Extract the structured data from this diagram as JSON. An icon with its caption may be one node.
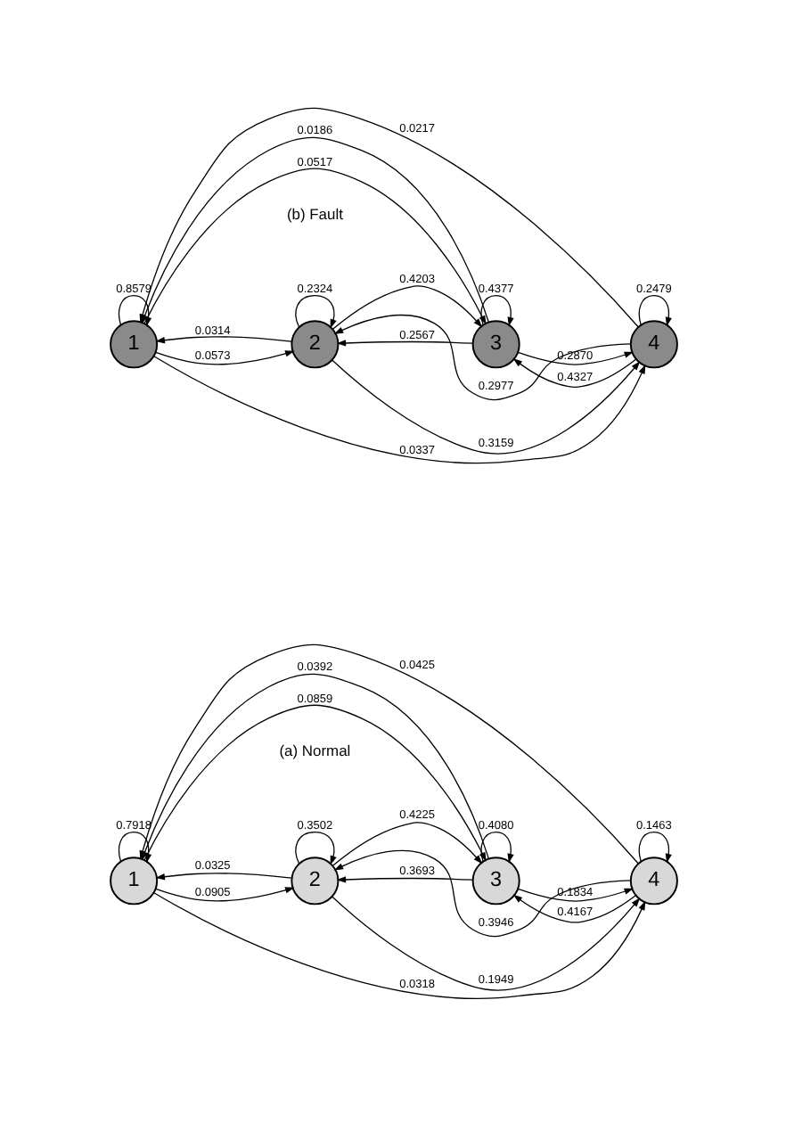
{
  "diagram": {
    "nodes": [
      {
        "text": [
          "1"
        ]
      },
      {
        "text": [
          "2"
        ]
      },
      {
        "text": [
          "3"
        ]
      },
      {
        "text": [
          "4"
        ]
      },
      {
        "text": [
          "1"
        ]
      },
      {
        "text": [
          "2"
        ]
      },
      {
        "text": [
          "3"
        ]
      },
      {
        "text": [
          "4"
        ]
      }
    ],
    "edges": [
      {
        "from": 0,
        "to": 3,
        "arrow": "to",
        "label": "0.0318"
      },
      {
        "from": 0,
        "to": 2,
        "arrow": "to",
        "label": "0.0859"
      },
      {
        "from": 1,
        "to": 3,
        "arrow": "to",
        "label": "0.1949"
      },
      {
        "from": 0,
        "to": 1,
        "arrow": "to",
        "label": "0.0905"
      },
      {
        "from": 1,
        "to": 2,
        "arrow": "to",
        "label": "0.4225"
      },
      {
        "from": 2,
        "to": 3,
        "arrow": "to",
        "label": "0.1834"
      },
      {
        "from": 1,
        "to": 0,
        "arrow": "to",
        "label": "0.0325"
      },
      {
        "from": 2,
        "to": 1,
        "arrow": "to",
        "label": "0.3693"
      },
      {
        "from": 3,
        "to": 2,
        "arrow": "to",
        "label": "0.4167"
      },
      {
        "from": 0,
        "to": 0,
        "arrow": "to",
        "label": "0.7918"
      },
      {
        "from": 1,
        "to": 1,
        "arrow": "to",
        "label": "0.3502"
      },
      {
        "from": 2,
        "to": 2,
        "arrow": "to",
        "label": "0.4080"
      },
      {
        "from": 3,
        "to": 3,
        "arrow": "to",
        "label": "0.1463"
      },
      {
        "from": 2,
        "to": 0,
        "arrow": "to",
        "label": "0.0392"
      },
      {
        "from": 3,
        "to": 1,
        "arrow": "to",
        "label": "0.3946"
      },
      {
        "from": 3,
        "to": 0,
        "arrow": "to",
        "label": "0.0425"
      },
      {
        "from": 4,
        "to": 7,
        "arrow": "to",
        "label": "0.0337"
      },
      {
        "from": 4,
        "to": 6,
        "arrow": "to",
        "label": "0.0517"
      },
      {
        "from": 5,
        "to": 7,
        "arrow": "to",
        "label": "0.3159"
      },
      {
        "from": 4,
        "to": 5,
        "arrow": "to",
        "label": "0.0573"
      },
      {
        "from": 5,
        "to": 6,
        "arrow": "to",
        "label": "0.4203"
      },
      {
        "from": 6,
        "to": 7,
        "arrow": "to",
        "label": "0.2870"
      },
      {
        "from": 5,
        "to": 4,
        "arrow": "to",
        "label": "0.0314"
      },
      {
        "from": 6,
        "to": 5,
        "arrow": "to",
        "label": "0.2567"
      },
      {
        "from": 7,
        "to": 6,
        "arrow": "to",
        "label": "0.4327"
      },
      {
        "from": 4,
        "to": 4,
        "arrow": "to",
        "label": "0.8579"
      },
      {
        "from": 5,
        "to": 5,
        "arrow": "to",
        "label": "0.2324"
      },
      {
        "from": 6,
        "to": 6,
        "arrow": "to",
        "label": "0.4377"
      },
      {
        "from": 7,
        "to": 7,
        "arrow": "to",
        "label": "0.2479"
      },
      {
        "from": 6,
        "to": 4,
        "arrow": "to",
        "label": "0.0186"
      },
      {
        "from": 7,
        "to": 5,
        "arrow": "to",
        "label": "0.2977"
      },
      {
        "from": 7,
        "to": 4,
        "arrow": "to",
        "label": "0.0217"
      }
    ],
    "labels": [
      "(a) Normal",
      "(b) Fault"
    ]
  }
}
